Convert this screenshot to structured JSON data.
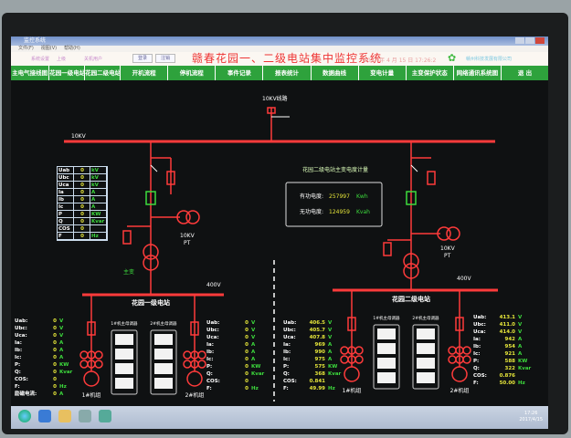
{
  "window": {
    "title": "监控系统"
  },
  "menu": [
    "文件(F)",
    "视图(V)",
    "帮助(H)"
  ],
  "header": {
    "links": [
      "系统设置",
      "上级",
      "关机用户"
    ],
    "buttons": [
      "登录",
      "注销"
    ],
    "title": "赣春花园一、二级电站集中监控系统",
    "datetime": "2017 年 4 月 15 日 17:26:2",
    "company": "赣州科技发展有限公司"
  },
  "nav": [
    "主电气接线图",
    "花园一级电站",
    "花园二级电站",
    "开机流程",
    "停机流程",
    "事件记录",
    "报表统计",
    "数据曲线",
    "变电计量",
    "主变保护状态",
    "网络通讯系统图",
    "退 出"
  ],
  "diagram": {
    "line_label": "10KV线路",
    "bus_label": "10KV",
    "pt_label_left": "10KV",
    "pt_label_left2": "PT",
    "pt_label_right": "10KV",
    "pt_label_right2": "PT",
    "main_tf_label": "主变",
    "low_bus_left": "400V",
    "low_bus_right": "400V",
    "station1": "花园一级电站",
    "station2": "花园二级电站",
    "gen1": "1#机组",
    "gen2": "2#机组",
    "gen3": "1#机组",
    "gen4": "2#机组",
    "panel1": "1#机主母调器",
    "panel2": "2#机主母调器",
    "panel3": "1#机主母调器",
    "panel4": "2#机主母调器"
  },
  "metering": {
    "title": "花园二级电站主变电度计量",
    "active_label": "有功电度:",
    "active_value": "257997",
    "active_unit": "Kwh",
    "reactive_label": "无功电度:",
    "reactive_value": "124959",
    "reactive_unit": "Kvah"
  },
  "hv_table": [
    [
      "Uab",
      "0",
      "kV"
    ],
    [
      "Ubc",
      "0",
      "kV"
    ],
    [
      "Uca",
      "0",
      "kV"
    ],
    [
      "Ia",
      "0",
      "A"
    ],
    [
      "Ib",
      "0",
      "A"
    ],
    [
      "Ic",
      "0",
      "A"
    ],
    [
      "P",
      "0",
      "KW"
    ],
    [
      "Q",
      "0",
      "Kvar"
    ],
    [
      "COS",
      "0",
      ""
    ],
    [
      "F",
      "0",
      "Hz"
    ]
  ],
  "gen_lists": [
    [
      [
        "Uab:",
        "0",
        "V"
      ],
      [
        "Ubc:",
        "0",
        "V"
      ],
      [
        "Uca:",
        "0",
        "V"
      ],
      [
        "Ia:",
        "0",
        "A"
      ],
      [
        "Ib:",
        "0",
        "A"
      ],
      [
        "Ic:",
        "0",
        "A"
      ],
      [
        "P:",
        "0",
        "KW"
      ],
      [
        "Q:",
        "0",
        "Kvar"
      ],
      [
        "COS:",
        "0",
        ""
      ],
      [
        "F:",
        "0",
        "Hz"
      ],
      [
        "励磁电流:",
        "0",
        "A"
      ]
    ],
    [
      [
        "Uab:",
        "0",
        "V"
      ],
      [
        "Ubc:",
        "0",
        "V"
      ],
      [
        "Uca:",
        "0",
        "V"
      ],
      [
        "Ia:",
        "0",
        "A"
      ],
      [
        "Ib:",
        "0",
        "A"
      ],
      [
        "Ic:",
        "0",
        "A"
      ],
      [
        "P:",
        "0",
        "KW"
      ],
      [
        "Q:",
        "0",
        "Kvar"
      ],
      [
        "COS:",
        "0",
        ""
      ],
      [
        "F:",
        "0",
        "Hz"
      ]
    ],
    [
      [
        "Uab:",
        "406.5",
        "V"
      ],
      [
        "Ubc:",
        "405.7",
        "V"
      ],
      [
        "Uca:",
        "407.8",
        "V"
      ],
      [
        "Ia:",
        "969",
        "A"
      ],
      [
        "Ib:",
        "990",
        "A"
      ],
      [
        "Ic:",
        "975",
        "A"
      ],
      [
        "P:",
        "575",
        "KW"
      ],
      [
        "Q:",
        "368",
        "Kvar"
      ],
      [
        "COS:",
        "0.841",
        ""
      ],
      [
        "F:",
        "49.99",
        "Hz"
      ]
    ],
    [
      [
        "Uab:",
        "413.1",
        "V"
      ],
      [
        "Ubc:",
        "411.0",
        "V"
      ],
      [
        "Uca:",
        "414.0",
        "V"
      ],
      [
        "Ia:",
        "942",
        "A"
      ],
      [
        "Ib:",
        "954",
        "A"
      ],
      [
        "Ic:",
        "921",
        "A"
      ],
      [
        "P:",
        "588",
        "KW"
      ],
      [
        "Q:",
        "322",
        "Kvar"
      ],
      [
        "COS:",
        "0.876",
        ""
      ],
      [
        "F:",
        "50.00",
        "Hz"
      ]
    ]
  ],
  "taskbar": {
    "time": "17:26",
    "date": "2017/4/15"
  },
  "colors": {
    "line": "#ff3b3b",
    "nav": "#2ea23c",
    "value": "#e6e63a",
    "unit": "#3ddc3d"
  }
}
